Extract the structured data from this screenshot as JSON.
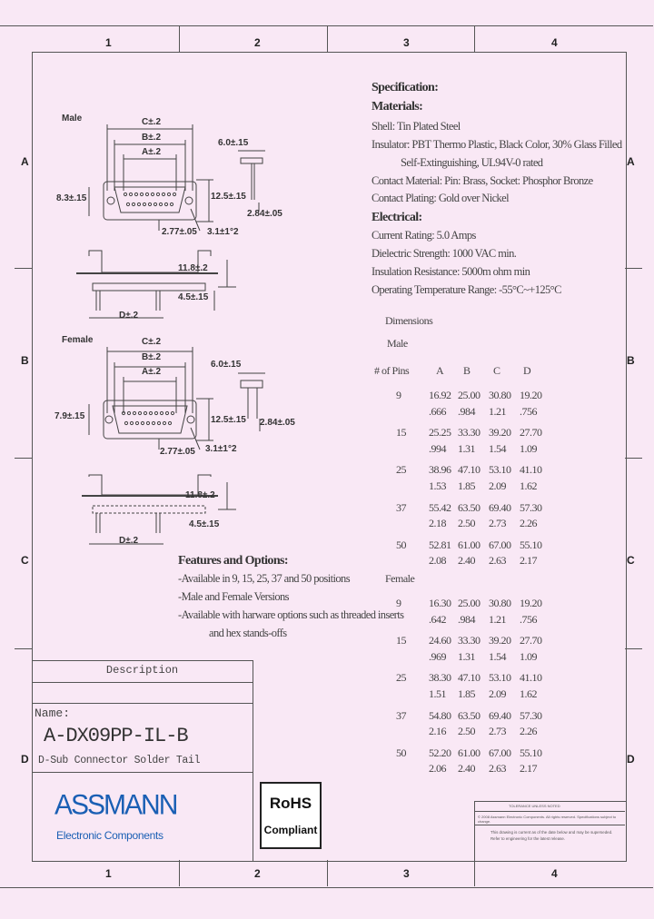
{
  "grid": {
    "columns": [
      "1",
      "2",
      "3",
      "4"
    ],
    "rows": [
      "A",
      "B",
      "C",
      "D"
    ]
  },
  "drawing": {
    "male_label": "Male",
    "female_label": "Female",
    "dims_male": {
      "c": "C±.2",
      "b": "B±.2",
      "a": "A±.2",
      "h1": "6.0±.15",
      "w1": "8.3±.15",
      "w2": "12.5±.15",
      "t1": "2.84±.05",
      "t2": "2.77±.05",
      "t3": "3.1±1°2",
      "h2": "11.8±.2",
      "h3": "4.5±.15",
      "d": "D±.2"
    },
    "dims_female": {
      "c": "C±.2",
      "b": "B±.2",
      "a": "A±.2",
      "h1": "6.0±.15",
      "w1": "7.9±.15",
      "w2": "12.5±.15",
      "t1": "2.84±.05",
      "t2": "2.77±.05",
      "t3": "3.1±1°2",
      "h2": "11.8±.2",
      "h3": "4.5±.15",
      "d": "D±.2"
    }
  },
  "specification": {
    "title": "Specification:",
    "materials_heading": "Materials:",
    "shell": "Shell: Tin Plated Steel",
    "insulator": "Insulator: PBT Thermo Plastic, Black Color, 30% Glass Filled",
    "insulator_cont": "Self-Extinguishing, UL94V-0 rated",
    "contact_material": "Contact Material: Pin: Brass, Socket: Phosphor Bronze",
    "contact_plating": "Contact Plating: Gold over Nickel",
    "electrical_heading": "Electrical:",
    "current": "Current Rating: 5.0 Amps",
    "dielectric": "Dielectric Strength: 1000 VAC min.",
    "insulation": "Insulation Resistance: 5000m ohm min",
    "temperature": "Operating Temperature Range: -55°C~+125°C"
  },
  "dimensions": {
    "title": "Dimensions",
    "male_label": "Male",
    "female_label": "Female",
    "headers": [
      "# of Pins",
      "A",
      "B",
      "C",
      "D"
    ],
    "male_rows": [
      [
        "9",
        "16.92",
        "25.00",
        "30.80",
        "19.20"
      ],
      [
        "",
        ".666",
        ".984",
        "1.21",
        ".756"
      ],
      [
        "15",
        "25.25",
        "33.30",
        "39.20",
        "27.70"
      ],
      [
        "",
        ".994",
        "1.31",
        "1.54",
        "1.09"
      ],
      [
        "25",
        "38.96",
        "47.10",
        "53.10",
        "41.10"
      ],
      [
        "",
        "1.53",
        "1.85",
        "2.09",
        "1.62"
      ],
      [
        "37",
        "55.42",
        "63.50",
        "69.40",
        "57.30"
      ],
      [
        "",
        "2.18",
        "2.50",
        "2.73",
        "2.26"
      ],
      [
        "50",
        "52.81",
        "61.00",
        "67.00",
        "55.10"
      ],
      [
        "",
        "2.08",
        "2.40",
        "2.63",
        "2.17"
      ]
    ],
    "female_rows": [
      [
        "9",
        "16.30",
        "25.00",
        "30.80",
        "19.20"
      ],
      [
        "",
        ".642",
        ".984",
        "1.21",
        ".756"
      ],
      [
        "15",
        "24.60",
        "33.30",
        "39.20",
        "27.70"
      ],
      [
        "",
        ".969",
        "1.31",
        "1.54",
        "1.09"
      ],
      [
        "25",
        "38.30",
        "47.10",
        "53.10",
        "41.10"
      ],
      [
        "",
        "1.51",
        "1.85",
        "2.09",
        "1.62"
      ],
      [
        "37",
        "54.80",
        "63.50",
        "69.40",
        "57.30"
      ],
      [
        "",
        "2.16",
        "2.50",
        "2.73",
        "2.26"
      ],
      [
        "50",
        "52.20",
        "61.00",
        "67.00",
        "55.10"
      ],
      [
        "",
        "2.06",
        "2.40",
        "2.63",
        "2.17"
      ]
    ]
  },
  "features": {
    "title": "Features and Options:",
    "items": [
      "-Available in 9, 15, 25, 37 and 50 positions",
      "-Male and Female Versions",
      "-Available with harware options such as threaded inserts",
      "and hex stands-offs"
    ]
  },
  "title_block": {
    "description_label": "Description",
    "name_label": "Name:",
    "part_number": "A-DX09PP-IL-B",
    "part_description": "D-Sub Connector Solder Tail"
  },
  "brand": {
    "name": "ASSMANN",
    "tagline": "Electronic Components",
    "color": "#1a5fb4"
  },
  "rohs": {
    "line1": "RoHS",
    "line2": "Compliant"
  },
  "legal": {
    "tolerance": "TOLERANCE UNLESS NOTED",
    "copyright": "© 2008 Assmann Electronic Components. All rights reserved. Specifications subject to change.",
    "notice": "This drawing is current as of the date below and may be superseded. Refer to engineering for the latest release."
  }
}
